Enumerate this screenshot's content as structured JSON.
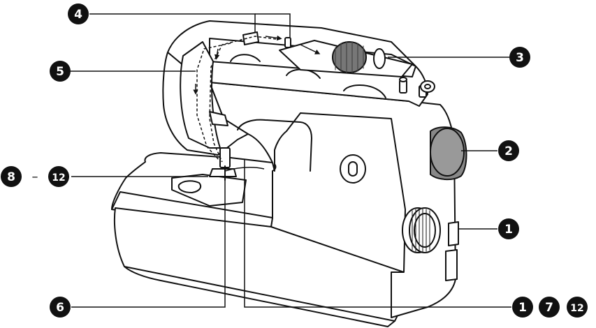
{
  "diagram": {
    "colors": {
      "outline": "#111111",
      "badge": "#111111",
      "badge_text": "#ffffff",
      "thread": "#111111",
      "spool": "#777777",
      "handwheel": "#888888"
    },
    "callouts": {
      "c4": "4",
      "c5": "5",
      "c3": "3",
      "c2": "2",
      "c1": "1",
      "c8": "8",
      "dash": "–",
      "c12a": "12",
      "c6": "6",
      "c1b": "1",
      "c7": "7",
      "c12b": "12"
    }
  }
}
